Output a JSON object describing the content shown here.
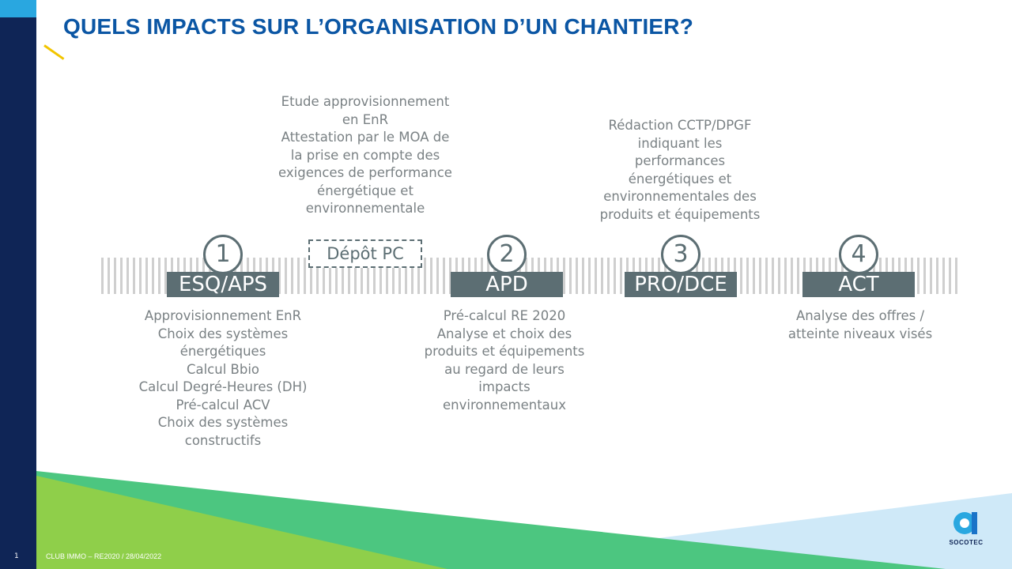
{
  "header": {
    "title": "QUELS IMPACTS SUR L’ORGANISATION D’UN CHANTIER?"
  },
  "phases": [
    {
      "number": "1",
      "label": "ESQ/APS"
    },
    {
      "number": "2",
      "label": "APD"
    },
    {
      "number": "3",
      "label": "PRO/DCE"
    },
    {
      "number": "4",
      "label": "ACT"
    }
  ],
  "milestone": {
    "label": "Dépôt PC"
  },
  "notes_above": {
    "depot": [
      "Etude approvisionnement",
      "en EnR",
      "Attestation par le MOA de",
      "la prise en compte des",
      "exigences de performance",
      "énergétique et",
      "environnementale"
    ],
    "pro_dce": [
      "Rédaction CCTP/DPGF",
      "indiquant les",
      "performances",
      "énergétiques et",
      "environnementales des",
      "produits et équipements"
    ]
  },
  "notes_below": {
    "esq_aps": [
      "Approvisionnement EnR",
      "Choix des systèmes",
      "énergétiques",
      "Calcul Bbio",
      "Calcul Degré-Heures (DH)",
      "Pré-calcul ACV",
      "Choix des systèmes",
      "constructifs"
    ],
    "apd": [
      "Pré-calcul RE 2020",
      "Analyse et choix des",
      "produits et équipements",
      "au regard de leurs",
      "impacts",
      "environnementaux"
    ],
    "act": [
      "Analyse des offres /",
      "atteinte niveaux visés"
    ]
  },
  "footer": {
    "page_number": "1",
    "text": "CLUB IMMO – RE2020 / 28/04/2022"
  },
  "logo": {
    "text": "SOCOTEC"
  },
  "colors": {
    "title": "#0b56a4",
    "left_band": "#0f2556",
    "phase_fill": "#5c6e73",
    "body_text": "#7a8184",
    "green_light": "#8fcf4a",
    "green_mid": "#4cc680",
    "blue_light": "#cfe9f8"
  }
}
